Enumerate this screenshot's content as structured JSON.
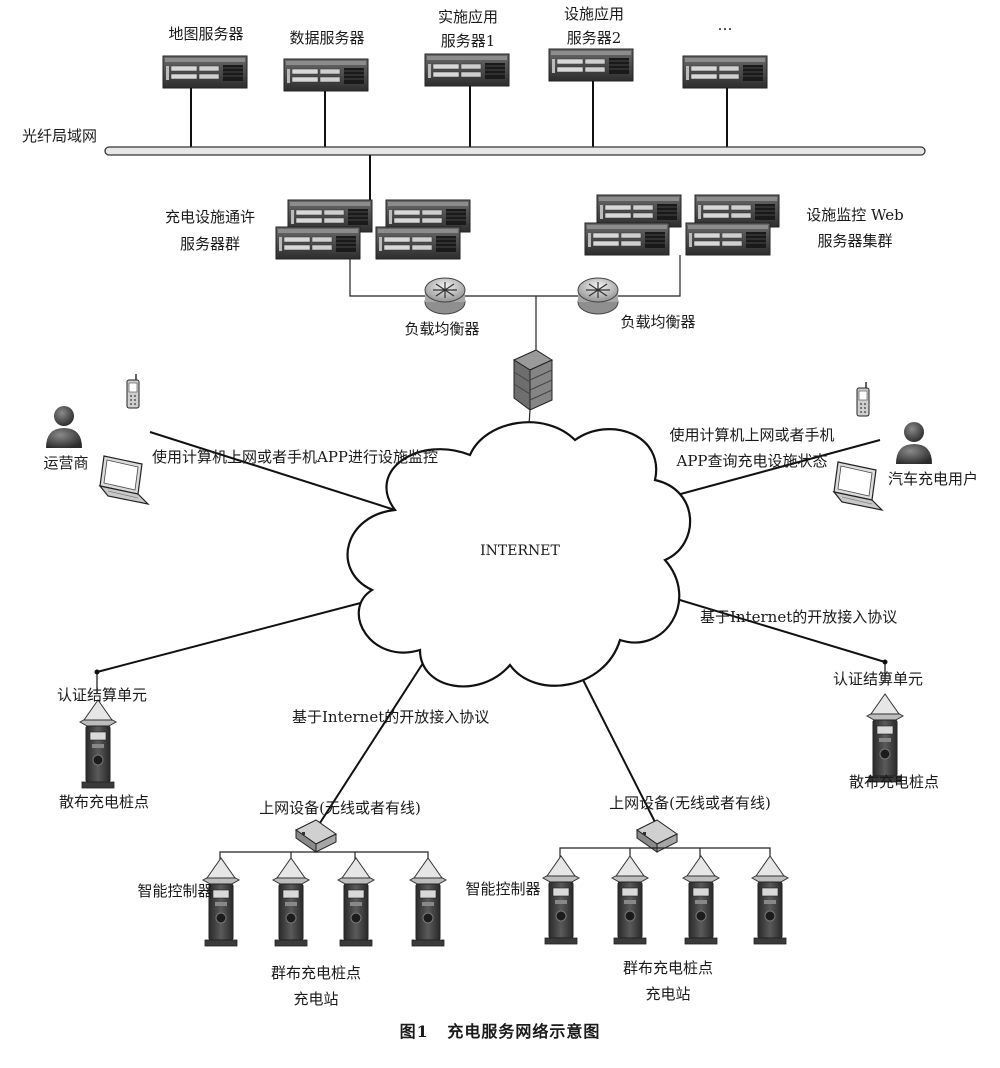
{
  "network": {
    "fiber_lan": "光纤局域网",
    "internet": "INTERNET",
    "firewall_icon": "firewall-icon"
  },
  "top_servers": [
    {
      "label": "地图服务器"
    },
    {
      "label": "数据服务器"
    },
    {
      "label_lines": [
        "实施应用",
        "服务器1"
      ]
    },
    {
      "label_lines": [
        "设施应用",
        "服务器2"
      ]
    },
    {
      "label": "…"
    }
  ],
  "server_groups": {
    "access": [
      "充电设施通许",
      "服务器群"
    ],
    "web": [
      "设施监控 Web",
      "服务器集群"
    ]
  },
  "load_balancers": [
    "负载均衡器",
    "负载均衡器"
  ],
  "operator": {
    "label": "运营商",
    "link_text": "使用计算机上网或者手机APP进行设施监控"
  },
  "ev_user": {
    "label": "汽车充电用户",
    "link_text": [
      "使用计算机上网或者手机",
      "APP查询充电设施状态"
    ]
  },
  "protocol_text": "基于Internet的开放接入协议",
  "scattered_left": {
    "unit": "认证结算单元",
    "label": "散布充电桩点"
  },
  "scattered_right": {
    "unit": "认证结算单元",
    "label": "散布充电桩点"
  },
  "cluster_left": {
    "network_device": "上网设备(无线或者有线)",
    "controller": "智能控制器",
    "label": [
      "群布充电桩点",
      "充电站"
    ]
  },
  "cluster_right": {
    "network_device": "上网设备(无线或者有线)",
    "controller": "智能控制器",
    "label": [
      "群布充电桩点",
      "充电站"
    ]
  },
  "caption": {
    "number": "图1",
    "title": "充电服务网络示意图"
  }
}
